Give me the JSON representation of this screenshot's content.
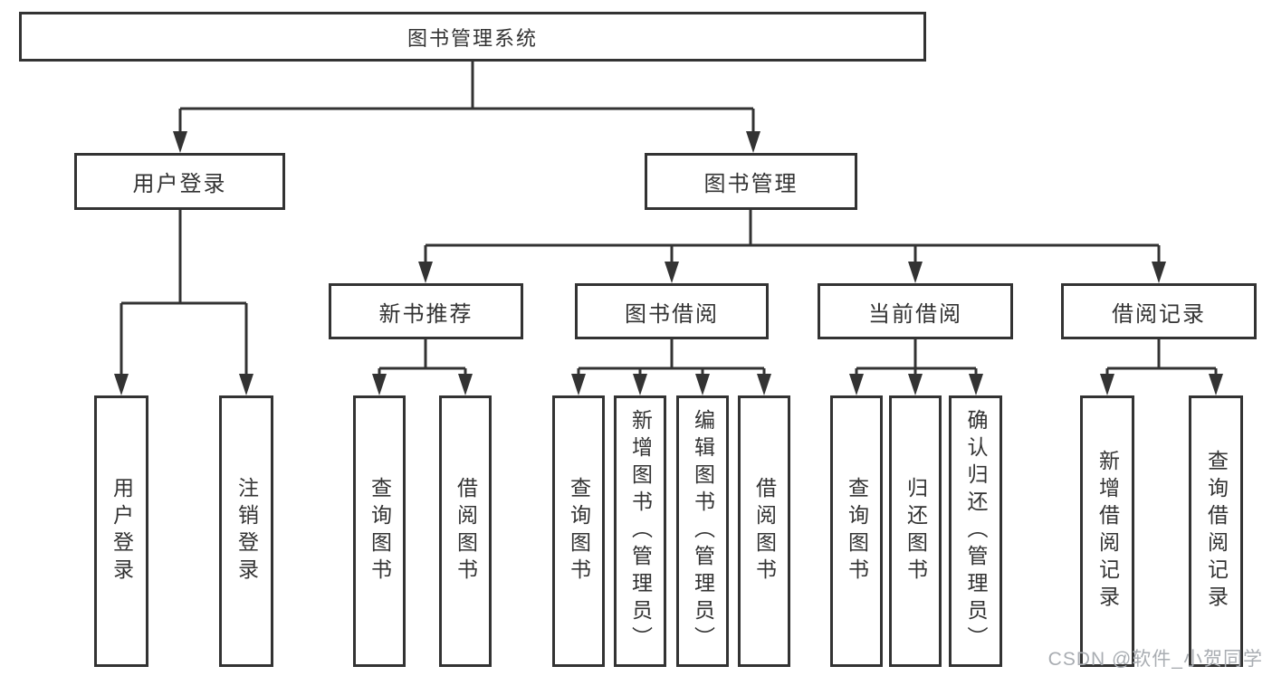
{
  "diagram_title": "图书管理系统",
  "tree": {
    "label": "图书管理系统",
    "children": [
      {
        "label": "用户登录",
        "children": [
          {
            "label": "用户登录"
          },
          {
            "label": "注销登录"
          }
        ]
      },
      {
        "label": "图书管理",
        "children": [
          {
            "label": "新书推荐",
            "children": [
              {
                "label": "查询图书"
              },
              {
                "label": "借阅图书"
              }
            ]
          },
          {
            "label": "图书借阅",
            "children": [
              {
                "label": "查询图书"
              },
              {
                "label": "新增图书（管理员）"
              },
              {
                "label": "编辑图书（管理员）"
              },
              {
                "label": "借阅图书"
              }
            ]
          },
          {
            "label": "当前借阅",
            "children": [
              {
                "label": "查询图书"
              },
              {
                "label": "归还图书"
              },
              {
                "label": "确认归还（管理员）"
              }
            ]
          },
          {
            "label": "借阅记录",
            "children": [
              {
                "label": "新增借阅记录"
              },
              {
                "label": "查询借阅记录"
              }
            ]
          }
        ]
      }
    ]
  },
  "watermark": {
    "text": "CSDN @软件_小贺同学"
  },
  "colors": {
    "line": "#333333",
    "text": "#333333",
    "background": "#ffffff",
    "watermark": "#a9adb2"
  }
}
